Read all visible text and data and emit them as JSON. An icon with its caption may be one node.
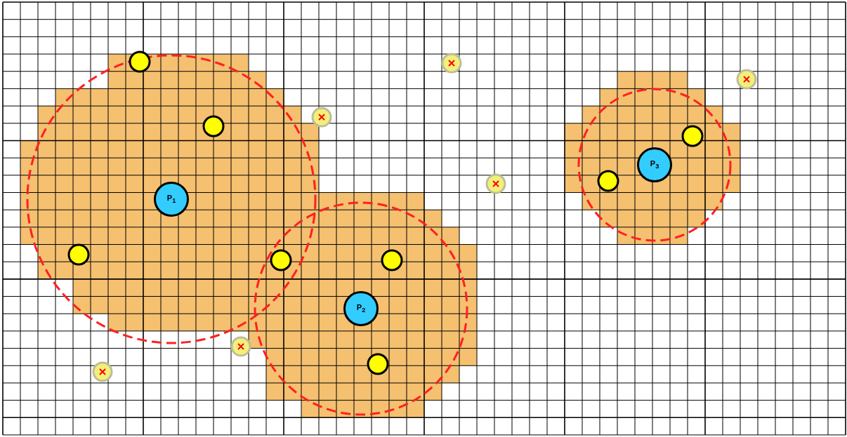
{
  "diagram": {
    "nodes": [
      {
        "text": [
          "P$_{1}$"
        ]
      },
      {
        "text": [
          "P$_{2}$"
        ]
      },
      {
        "text": [
          "P$_{3}$"
        ]
      }
    ]
  }
}
